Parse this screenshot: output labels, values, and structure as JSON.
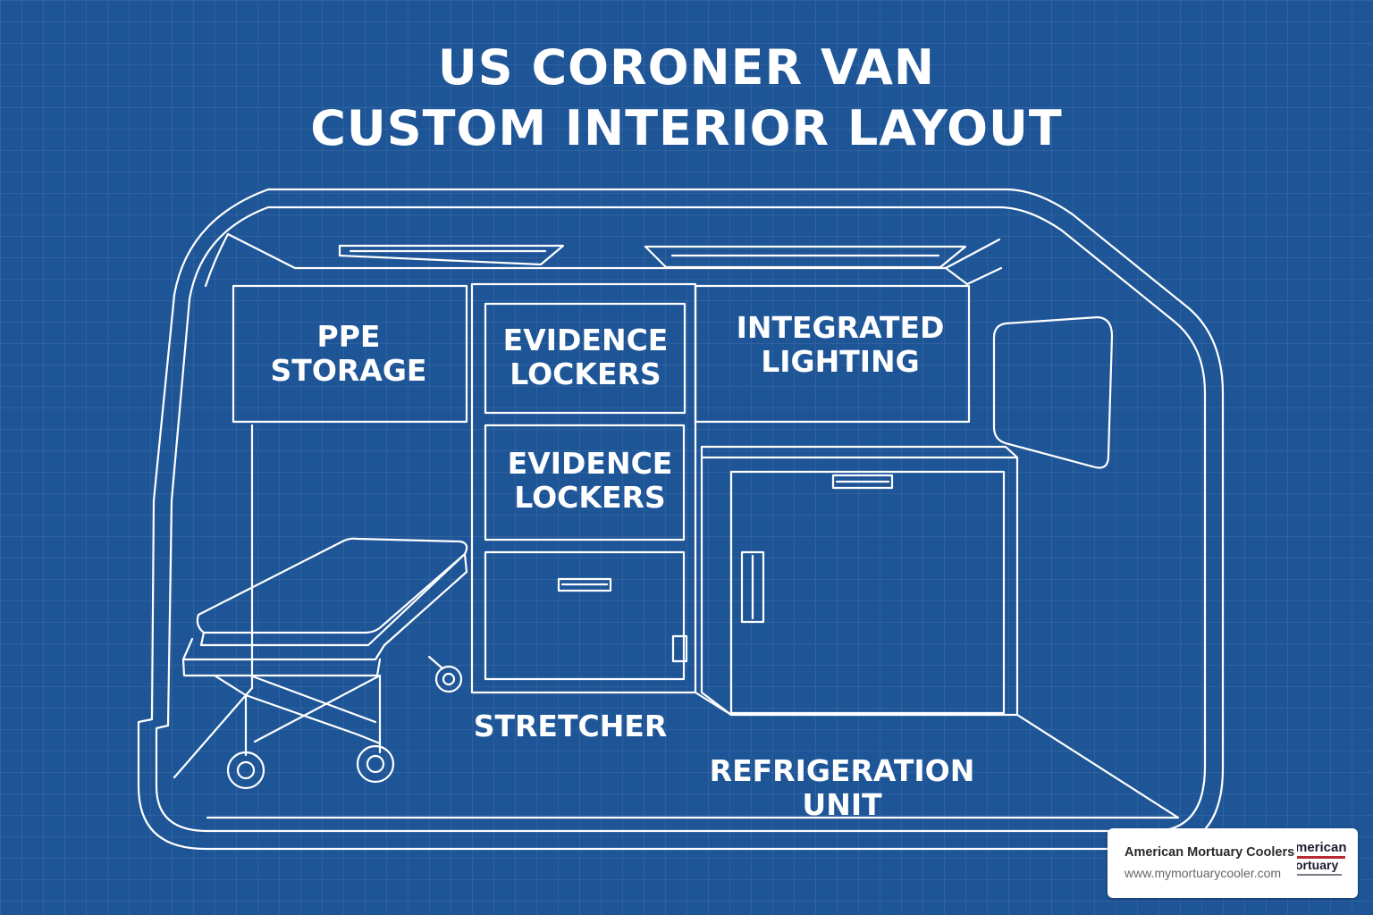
{
  "title": {
    "line1": "US CORONER VAN",
    "line2": "CUSTOM INTERIOR LAYOUT"
  },
  "labels": {
    "ppe_storage": [
      "PPE",
      "STORAGE"
    ],
    "evidence_lockers_top": [
      "EVIDENCE",
      "LOCKERS"
    ],
    "evidence_lockers_bottom": [
      "EVIDENCE",
      "LOCKERS"
    ],
    "integrated_lighting": [
      "INTEGRATED",
      "LIGHTING"
    ],
    "stretcher": "STRETCHER",
    "refrigeration_unit": [
      "REFRIGERATION",
      "UNIT"
    ]
  },
  "badge": {
    "name": "American Mortuary Coolers",
    "url": "www.mymortuarycooler.com",
    "logo_line1": "merican",
    "logo_line2": "ortuary"
  },
  "colors": {
    "background": "#1e5597",
    "line": "#ffffff"
  }
}
